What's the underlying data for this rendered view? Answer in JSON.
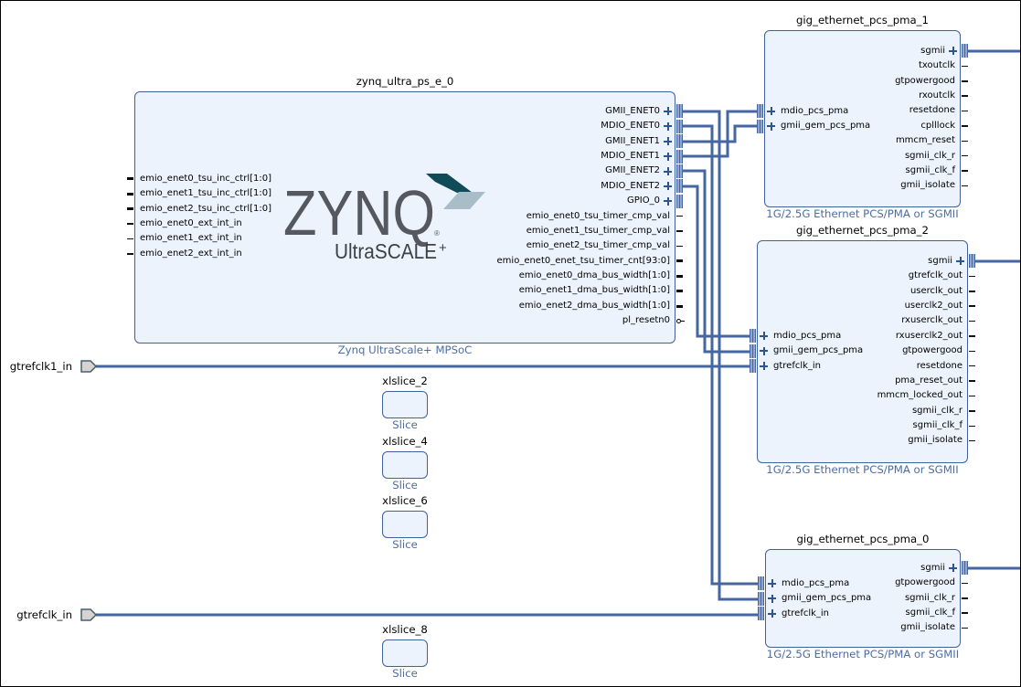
{
  "colors": {
    "block_fill": "#ecf3fc",
    "block_border": "#40619a",
    "wire": "#4466a3",
    "subtitle": "#4b6ca5",
    "plus": "#2f5590",
    "port_fill": "#d9d3d0",
    "port_stroke": "#3d6373",
    "logo_text": "#55595f",
    "logo_dark": "#104b58",
    "logo_light": "#a9bdc9"
  },
  "zynq": {
    "name": "zynq_ultra_ps_e_0",
    "subtitle": "Zynq UltraScale+ MPSoC",
    "logo": {
      "line1": "ZYNQ",
      "reg": "®",
      "line2": "UltraSCALE",
      "line2_sup": "+"
    },
    "ports_left": [
      {
        "name": "emio_enet0_tsu_inc_ctrl[1:0]",
        "type": "bus"
      },
      {
        "name": "emio_enet1_tsu_inc_ctrl[1:0]",
        "type": "bus"
      },
      {
        "name": "emio_enet2_tsu_inc_ctrl[1:0]",
        "type": "bus"
      },
      {
        "name": "emio_enet0_ext_int_in",
        "type": "wire"
      },
      {
        "name": "emio_enet1_ext_int_in",
        "type": "wire"
      },
      {
        "name": "emio_enet2_ext_int_in",
        "type": "wire"
      }
    ],
    "ports_right": [
      {
        "name": "GMII_ENET0",
        "type": "intf"
      },
      {
        "name": "MDIO_ENET0",
        "type": "intf"
      },
      {
        "name": "GMII_ENET1",
        "type": "intf"
      },
      {
        "name": "MDIO_ENET1",
        "type": "intf"
      },
      {
        "name": "GMII_ENET2",
        "type": "intf"
      },
      {
        "name": "MDIO_ENET2",
        "type": "intf"
      },
      {
        "name": "GPIO_0",
        "type": "intf"
      },
      {
        "name": "emio_enet0_tsu_timer_cmp_val",
        "type": "wire"
      },
      {
        "name": "emio_enet1_tsu_timer_cmp_val",
        "type": "wire"
      },
      {
        "name": "emio_enet2_tsu_timer_cmp_val",
        "type": "wire"
      },
      {
        "name": "emio_enet0_enet_tsu_timer_cnt[93:0]",
        "type": "bus"
      },
      {
        "name": "emio_enet0_dma_bus_width[1:0]",
        "type": "bus"
      },
      {
        "name": "emio_enet1_dma_bus_width[1:0]",
        "type": "bus"
      },
      {
        "name": "emio_enet2_dma_bus_width[1:0]",
        "type": "bus"
      },
      {
        "name": "pl_resetn0",
        "type": "reset"
      }
    ]
  },
  "pcs_pma_1": {
    "name": "gig_ethernet_pcs_pma_1",
    "subtitle": "1G/2.5G Ethernet PCS/PMA or SGMII",
    "ports_left": [
      {
        "name": "mdio_pcs_pma",
        "type": "intf"
      },
      {
        "name": "gmii_gem_pcs_pma",
        "type": "intf"
      }
    ],
    "ports_right": [
      {
        "name": "sgmii",
        "type": "intf"
      },
      {
        "name": "txoutclk",
        "type": "wire"
      },
      {
        "name": "gtpowergood",
        "type": "wire"
      },
      {
        "name": "rxoutclk",
        "type": "wire"
      },
      {
        "name": "resetdone",
        "type": "wire"
      },
      {
        "name": "cplllock",
        "type": "wire"
      },
      {
        "name": "mmcm_reset",
        "type": "wire"
      },
      {
        "name": "sgmii_clk_r",
        "type": "wire"
      },
      {
        "name": "sgmii_clk_f",
        "type": "wire"
      },
      {
        "name": "gmii_isolate",
        "type": "wire"
      }
    ]
  },
  "pcs_pma_2": {
    "name": "gig_ethernet_pcs_pma_2",
    "subtitle": "1G/2.5G Ethernet PCS/PMA or SGMII",
    "ports_left": [
      {
        "name": "mdio_pcs_pma",
        "type": "intf"
      },
      {
        "name": "gmii_gem_pcs_pma",
        "type": "intf"
      },
      {
        "name": "gtrefclk_in",
        "type": "intf"
      }
    ],
    "ports_right": [
      {
        "name": "sgmii",
        "type": "intf"
      },
      {
        "name": "gtrefclk_out",
        "type": "wire"
      },
      {
        "name": "userclk_out",
        "type": "wire"
      },
      {
        "name": "userclk2_out",
        "type": "wire"
      },
      {
        "name": "rxuserclk_out",
        "type": "wire"
      },
      {
        "name": "rxuserclk2_out",
        "type": "wire"
      },
      {
        "name": "gtpowergood",
        "type": "wire"
      },
      {
        "name": "resetdone",
        "type": "wire"
      },
      {
        "name": "pma_reset_out",
        "type": "wire"
      },
      {
        "name": "mmcm_locked_out",
        "type": "wire"
      },
      {
        "name": "sgmii_clk_r",
        "type": "wire"
      },
      {
        "name": "sgmii_clk_f",
        "type": "wire"
      },
      {
        "name": "gmii_isolate",
        "type": "wire"
      }
    ]
  },
  "pcs_pma_0": {
    "name": "gig_ethernet_pcs_pma_0",
    "subtitle": "1G/2.5G Ethernet PCS/PMA or SGMII",
    "ports_left": [
      {
        "name": "mdio_pcs_pma",
        "type": "intf"
      },
      {
        "name": "gmii_gem_pcs_pma",
        "type": "intf"
      },
      {
        "name": "gtrefclk_in",
        "type": "intf"
      }
    ],
    "ports_right": [
      {
        "name": "sgmii",
        "type": "intf"
      },
      {
        "name": "gtpowergood",
        "type": "wire"
      },
      {
        "name": "sgmii_clk_r",
        "type": "wire"
      },
      {
        "name": "sgmii_clk_f",
        "type": "wire"
      },
      {
        "name": "gmii_isolate",
        "type": "wire"
      }
    ]
  },
  "slices": [
    {
      "name": "xlslice_2",
      "subtitle": "Slice"
    },
    {
      "name": "xlslice_4",
      "subtitle": "Slice"
    },
    {
      "name": "xlslice_6",
      "subtitle": "Slice"
    },
    {
      "name": "xlslice_8",
      "subtitle": "Slice"
    }
  ],
  "external_ports": [
    {
      "name": "gtrefclk1_in",
      "direction": "input"
    },
    {
      "name": "gtrefclk_in",
      "direction": "input"
    }
  ],
  "nets": [
    {
      "from": "zynq_ultra_ps_e_0/GMII_ENET0",
      "to": "gig_ethernet_pcs_pma_0/gmii_gem_pcs_pma"
    },
    {
      "from": "zynq_ultra_ps_e_0/MDIO_ENET0",
      "to": "gig_ethernet_pcs_pma_0/mdio_pcs_pma"
    },
    {
      "from": "zynq_ultra_ps_e_0/GMII_ENET1",
      "to": "gig_ethernet_pcs_pma_1/gmii_gem_pcs_pma"
    },
    {
      "from": "zynq_ultra_ps_e_0/MDIO_ENET1",
      "to": "gig_ethernet_pcs_pma_1/mdio_pcs_pma"
    },
    {
      "from": "zynq_ultra_ps_e_0/GMII_ENET2",
      "to": "gig_ethernet_pcs_pma_2/gmii_gem_pcs_pma"
    },
    {
      "from": "zynq_ultra_ps_e_0/MDIO_ENET2",
      "to": "gig_ethernet_pcs_pma_2/mdio_pcs_pma"
    },
    {
      "from": "gtrefclk1_in",
      "to": "gig_ethernet_pcs_pma_2/gtrefclk_in"
    },
    {
      "from": "gtrefclk_in",
      "to": "gig_ethernet_pcs_pma_0/gtrefclk_in"
    },
    {
      "from": "gig_ethernet_pcs_pma_1/sgmii"
    },
    {
      "from": "gig_ethernet_pcs_pma_2/sgmii"
    },
    {
      "from": "gig_ethernet_pcs_pma_0/sgmii"
    }
  ]
}
